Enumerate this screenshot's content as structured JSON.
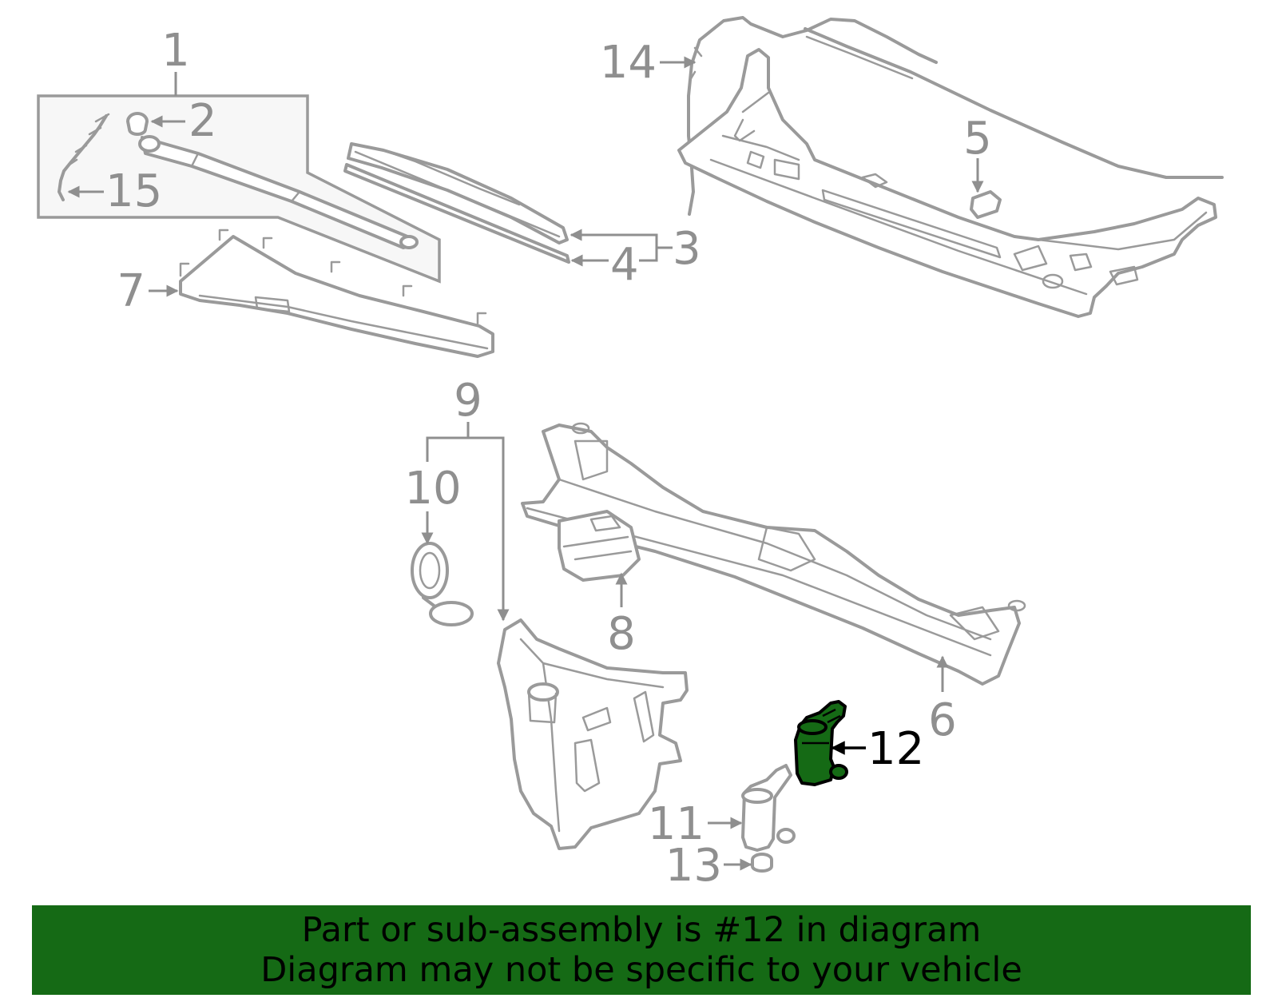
{
  "diagram": {
    "highlighted_part": "12",
    "highlight_color": "#156a15",
    "callouts": [
      {
        "id": "1",
        "label": "1"
      },
      {
        "id": "2",
        "label": "2"
      },
      {
        "id": "3",
        "label": "3"
      },
      {
        "id": "4",
        "label": "4"
      },
      {
        "id": "5",
        "label": "5"
      },
      {
        "id": "6",
        "label": "6"
      },
      {
        "id": "7",
        "label": "7"
      },
      {
        "id": "8",
        "label": "8"
      },
      {
        "id": "9",
        "label": "9"
      },
      {
        "id": "10",
        "label": "10"
      },
      {
        "id": "11",
        "label": "11"
      },
      {
        "id": "12",
        "label": "12"
      },
      {
        "id": "13",
        "label": "13"
      },
      {
        "id": "14",
        "label": "14"
      },
      {
        "id": "15",
        "label": "15"
      }
    ]
  },
  "footer": {
    "background_color": "#156a15",
    "line1": "Part or sub-assembly is #12 in diagram",
    "line2": "Diagram may not be specific to your vehicle"
  }
}
